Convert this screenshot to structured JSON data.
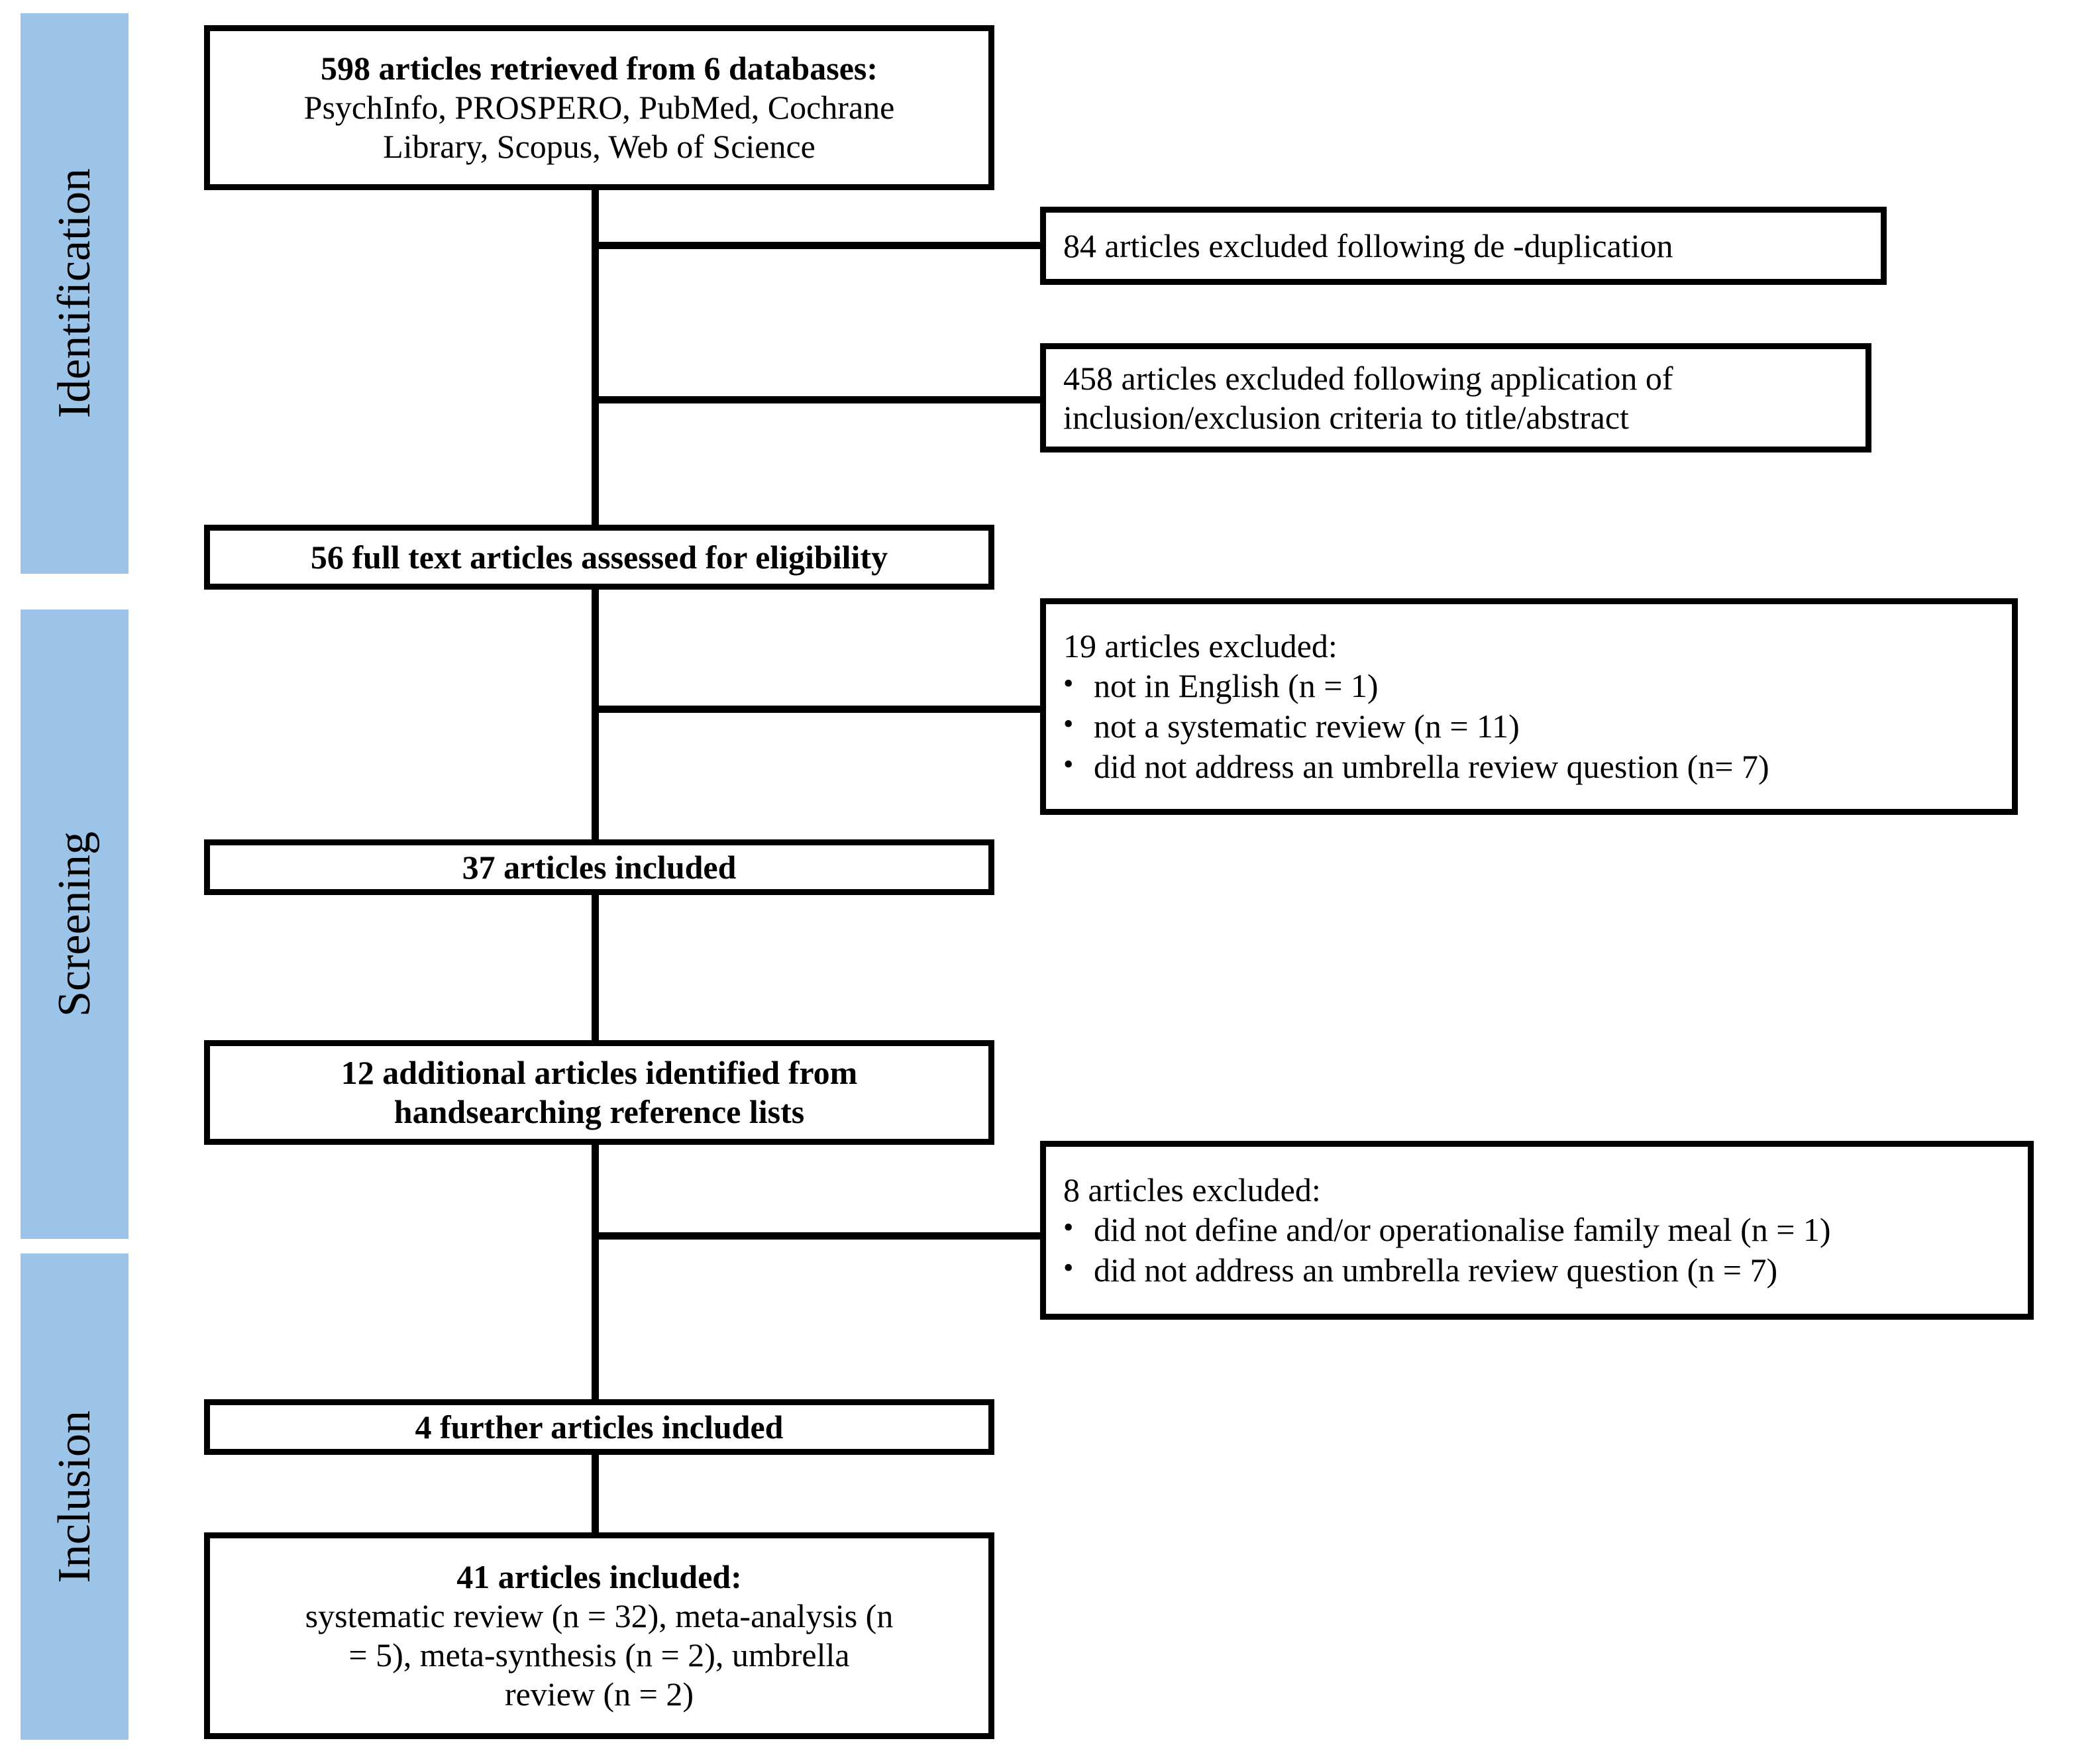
{
  "diagram": {
    "title": "PRISMA flow diagram of article selection",
    "accent_color": "#9cc3e8",
    "line_color": "#000000",
    "background": "#ffffff"
  },
  "stages": [
    {
      "label": "Identification"
    },
    {
      "label": "Screening"
    },
    {
      "label": "Inclusion"
    }
  ],
  "nodes": {
    "retrieved": {
      "lines": [
        "598 articles retrieved from 6 databases:",
        "PsychInfo, PROSPERO, PubMed, Cochrane",
        "Library, Scopus, Web of Science"
      ]
    },
    "excluded_dedup": {
      "lines": [
        "84 articles excluded following de -duplication"
      ]
    },
    "excluded_criteria": {
      "lines": [
        "458 articles excluded following application of",
        "inclusion/exclusion criteria to title/abstract"
      ]
    },
    "full_text": {
      "lines": [
        "56 full text articles assessed for eligibility"
      ]
    },
    "excluded_19": {
      "heading": "19 articles excluded:",
      "bullets": [
        "not in English (n = 1)",
        "not a systematic  review (n = 11)",
        "did not address an umbrella review question (n= 7)"
      ]
    },
    "included_37": {
      "lines": [
        "37 articles included"
      ]
    },
    "handsearch_12": {
      "lines": [
        "12 additional articles identified from",
        "handsearching reference lists"
      ]
    },
    "excluded_8": {
      "heading": "8 articles excluded:",
      "bullets": [
        "did not define and/or operationalise family meal (n = 1)",
        "did not address an umbrella review question (n = 7)"
      ]
    },
    "included_4": {
      "lines": [
        "4 further articles included"
      ]
    },
    "included_41": {
      "heading": "41 articles included:",
      "lines": [
        "systematic  review (n = 32), meta-analysis (n",
        "= 5), meta-synthesis (n = 2), umbrella",
        "review (n = 2)"
      ]
    }
  },
  "bullet_glyph": "•"
}
